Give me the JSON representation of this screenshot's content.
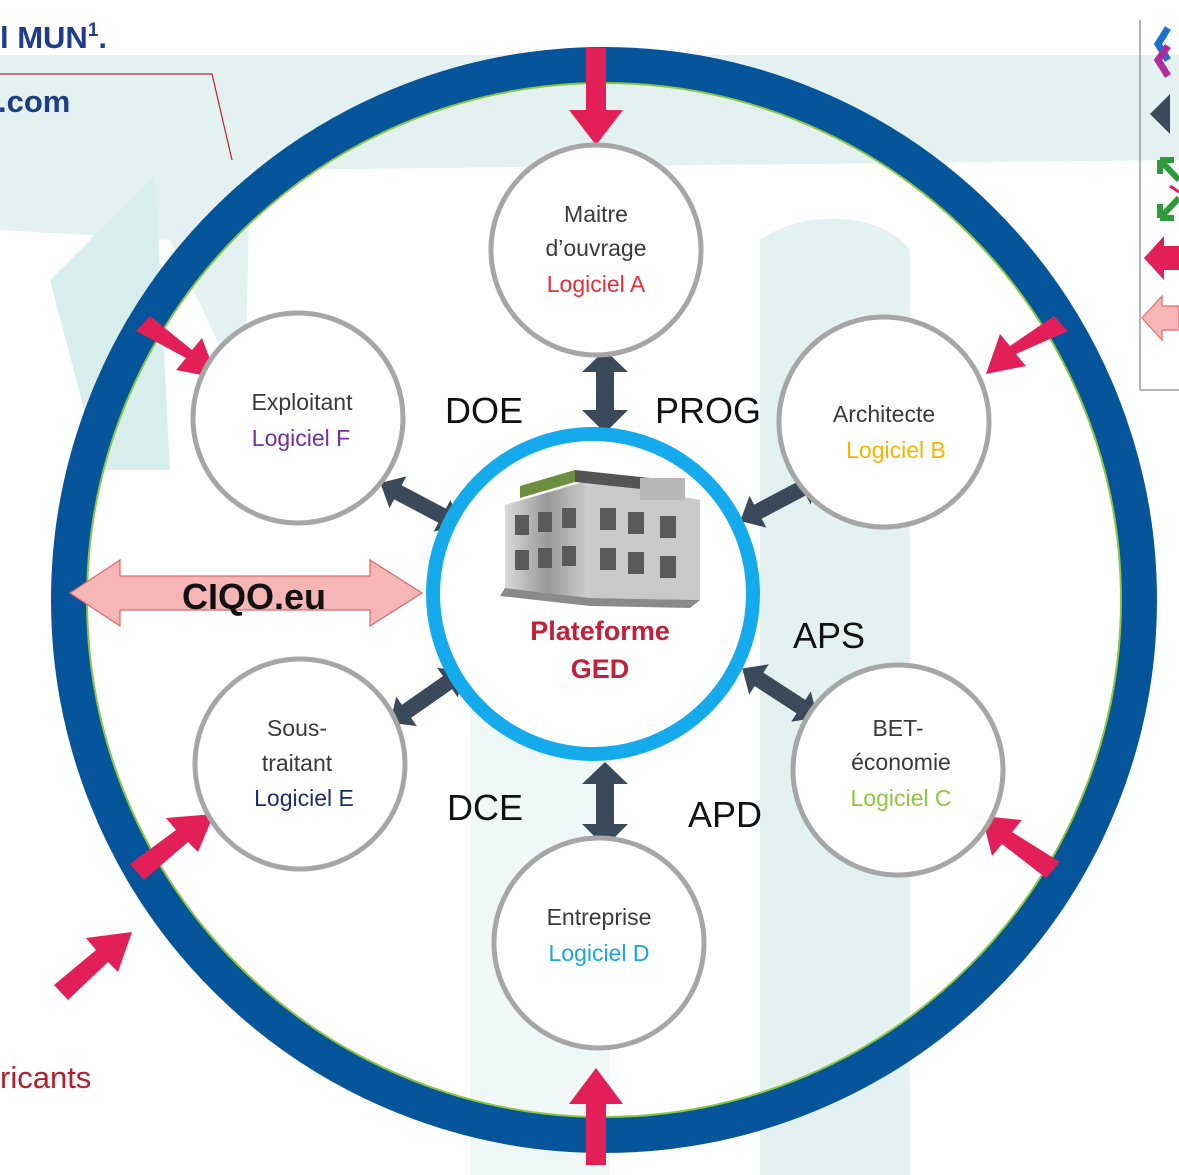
{
  "corner_texts": {
    "line1": "l MUN",
    "line1_sup": "1",
    "line1_end": ".",
    "line2": ".com"
  },
  "platform": {
    "line1": "Plateforme",
    "line2": "GED"
  },
  "ciqo_label": "CIQO.eu",
  "fabricants_label": "ricants",
  "phases": {
    "doe": "DOE",
    "prog": "PROG",
    "aps": "APS",
    "apd": "APD",
    "dce": "DCE"
  },
  "actors": {
    "maitre": {
      "name_line1": "Maitre",
      "name_line2": "d’ouvrage",
      "software": "Logiciel A"
    },
    "architecte": {
      "name_line1": "Architecte",
      "software": "Logiciel B"
    },
    "bet": {
      "name_line1": "BET-",
      "name_line2": "économie",
      "software": "Logiciel C"
    },
    "entreprise": {
      "name_line1": "Entreprise",
      "software": "Logiciel D"
    },
    "soustraitant": {
      "name_line1": "Sous-",
      "name_line2": "traitant",
      "software": "Logiciel E"
    },
    "exploitant": {
      "name_line1": "Exploitant",
      "software": "Logiciel F"
    }
  },
  "colors": {
    "ring": "#06559a",
    "platform_ring": "#14aaeb",
    "actor_border": "#a6a6a6",
    "arrow_inward": "#e21f57",
    "arrow_link": "#3b4a5a",
    "ciqo_arrow": "#f7b6b6",
    "watermark": "#e3f2f1",
    "software_a": "#e0303a",
    "software_b": "#f5b400",
    "software_c": "#8cc63f",
    "software_d": "#1aa6e0",
    "software_e": "#1a2f6b",
    "software_f": "#7030a0",
    "platform_text": "#c0203a"
  }
}
